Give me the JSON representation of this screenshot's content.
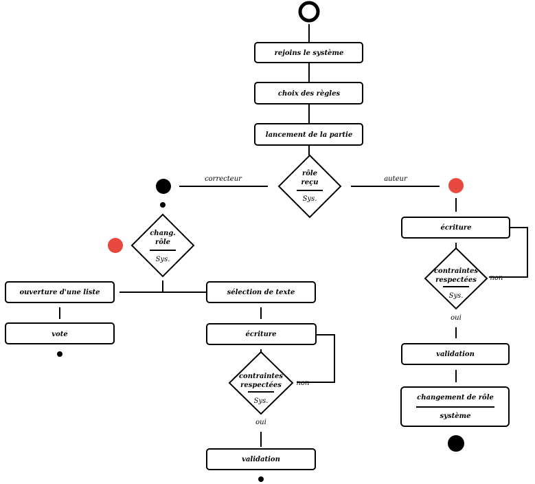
{
  "colors": {
    "accent": "#e8493f",
    "stroke": "#000000"
  },
  "nodes": {
    "rejoins": "rejoins le système",
    "choix": "choix des règles",
    "lancement": "lancement de la partie",
    "role_recu": {
      "line1": "rôle",
      "line2": "reçu",
      "sys": "Sys."
    },
    "chang_role": {
      "line1": "chang.",
      "line2": "rôle",
      "sys": "Sys."
    },
    "ouverture": "ouverture d'une liste",
    "vote": "vote",
    "selection": "sélection de texte",
    "ecriture_left": "écriture",
    "contraintes_left": {
      "line1": "contraintes",
      "line2": "respectées",
      "sys": "Sys."
    },
    "validation_left": "validation",
    "ecriture_right": "écriture",
    "contraintes_right": {
      "line1": "contraintes",
      "line2": "respectées",
      "sys": "Sys."
    },
    "validation_right": "validation",
    "changement": {
      "line1": "changement de rôle",
      "line2": "système"
    }
  },
  "labels": {
    "correcteur": "correcteur",
    "auteur": "auteur",
    "non_left": "non",
    "oui_left": "oui",
    "non_right": "non",
    "oui_right": "oui"
  }
}
